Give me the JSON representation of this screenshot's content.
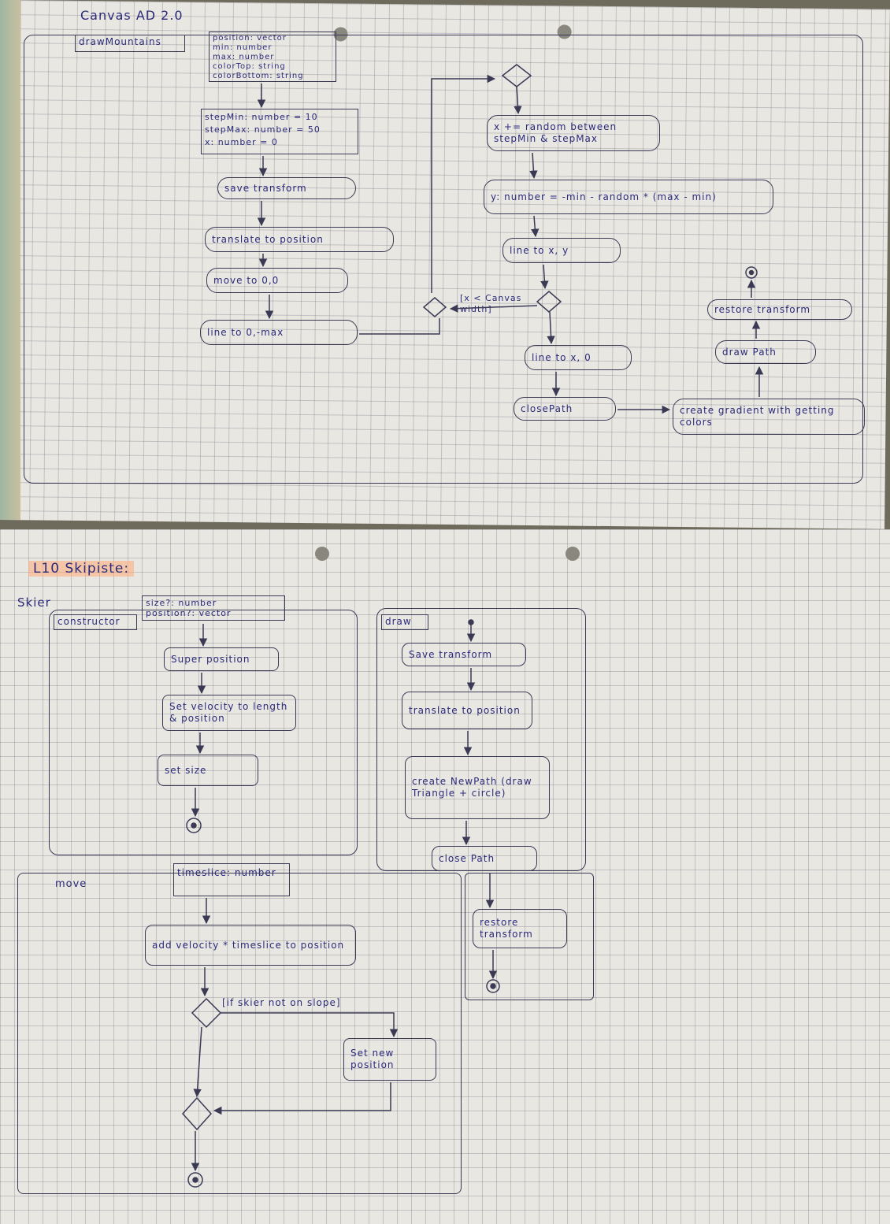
{
  "top": {
    "title": "Canvas AD 2.0",
    "frame_label": "drawMountains",
    "params": [
      "position: vector",
      "min: number",
      "max: number",
      "colorTop: string",
      "colorBottom: string"
    ],
    "vars": [
      "stepMin: number = 10",
      "stepMax: number = 50",
      "x: number = 0"
    ],
    "actions": {
      "save": "save transform",
      "translate": "translate to position",
      "move": "move to 0,0",
      "line_max": "line to 0,-max",
      "x_plus": "x += random between stepMin & stepMax",
      "y_calc": "y: number = -min - random * (max - min)",
      "line_xy": "line to x, y",
      "guard": "[x < Canvas width]",
      "line_x0": "line to x, 0",
      "close": "closePath",
      "gradient": "create gradient with getting colors",
      "draw": "draw Path",
      "restore": "restore transform"
    }
  },
  "bottom": {
    "title": "L10 Skipiste:",
    "class_label": "Skier",
    "fields": [
      "size?: number",
      "position?: vector"
    ],
    "constructor": {
      "label": "constructor",
      "super": "Super position",
      "velocity": "Set velocity to length & position",
      "size": "set size"
    },
    "draw": {
      "label": "draw",
      "save": "Save transform",
      "translate": "translate to position",
      "create": "create NewPath (draw Triangle + circle)",
      "close": "close Path",
      "restore": "restore transform"
    },
    "move": {
      "label": "move",
      "param": "timeslice: number",
      "add": "add velocity * timeslice to position",
      "guard": "[if skier not on slope]",
      "set_new": "Set new position"
    }
  }
}
